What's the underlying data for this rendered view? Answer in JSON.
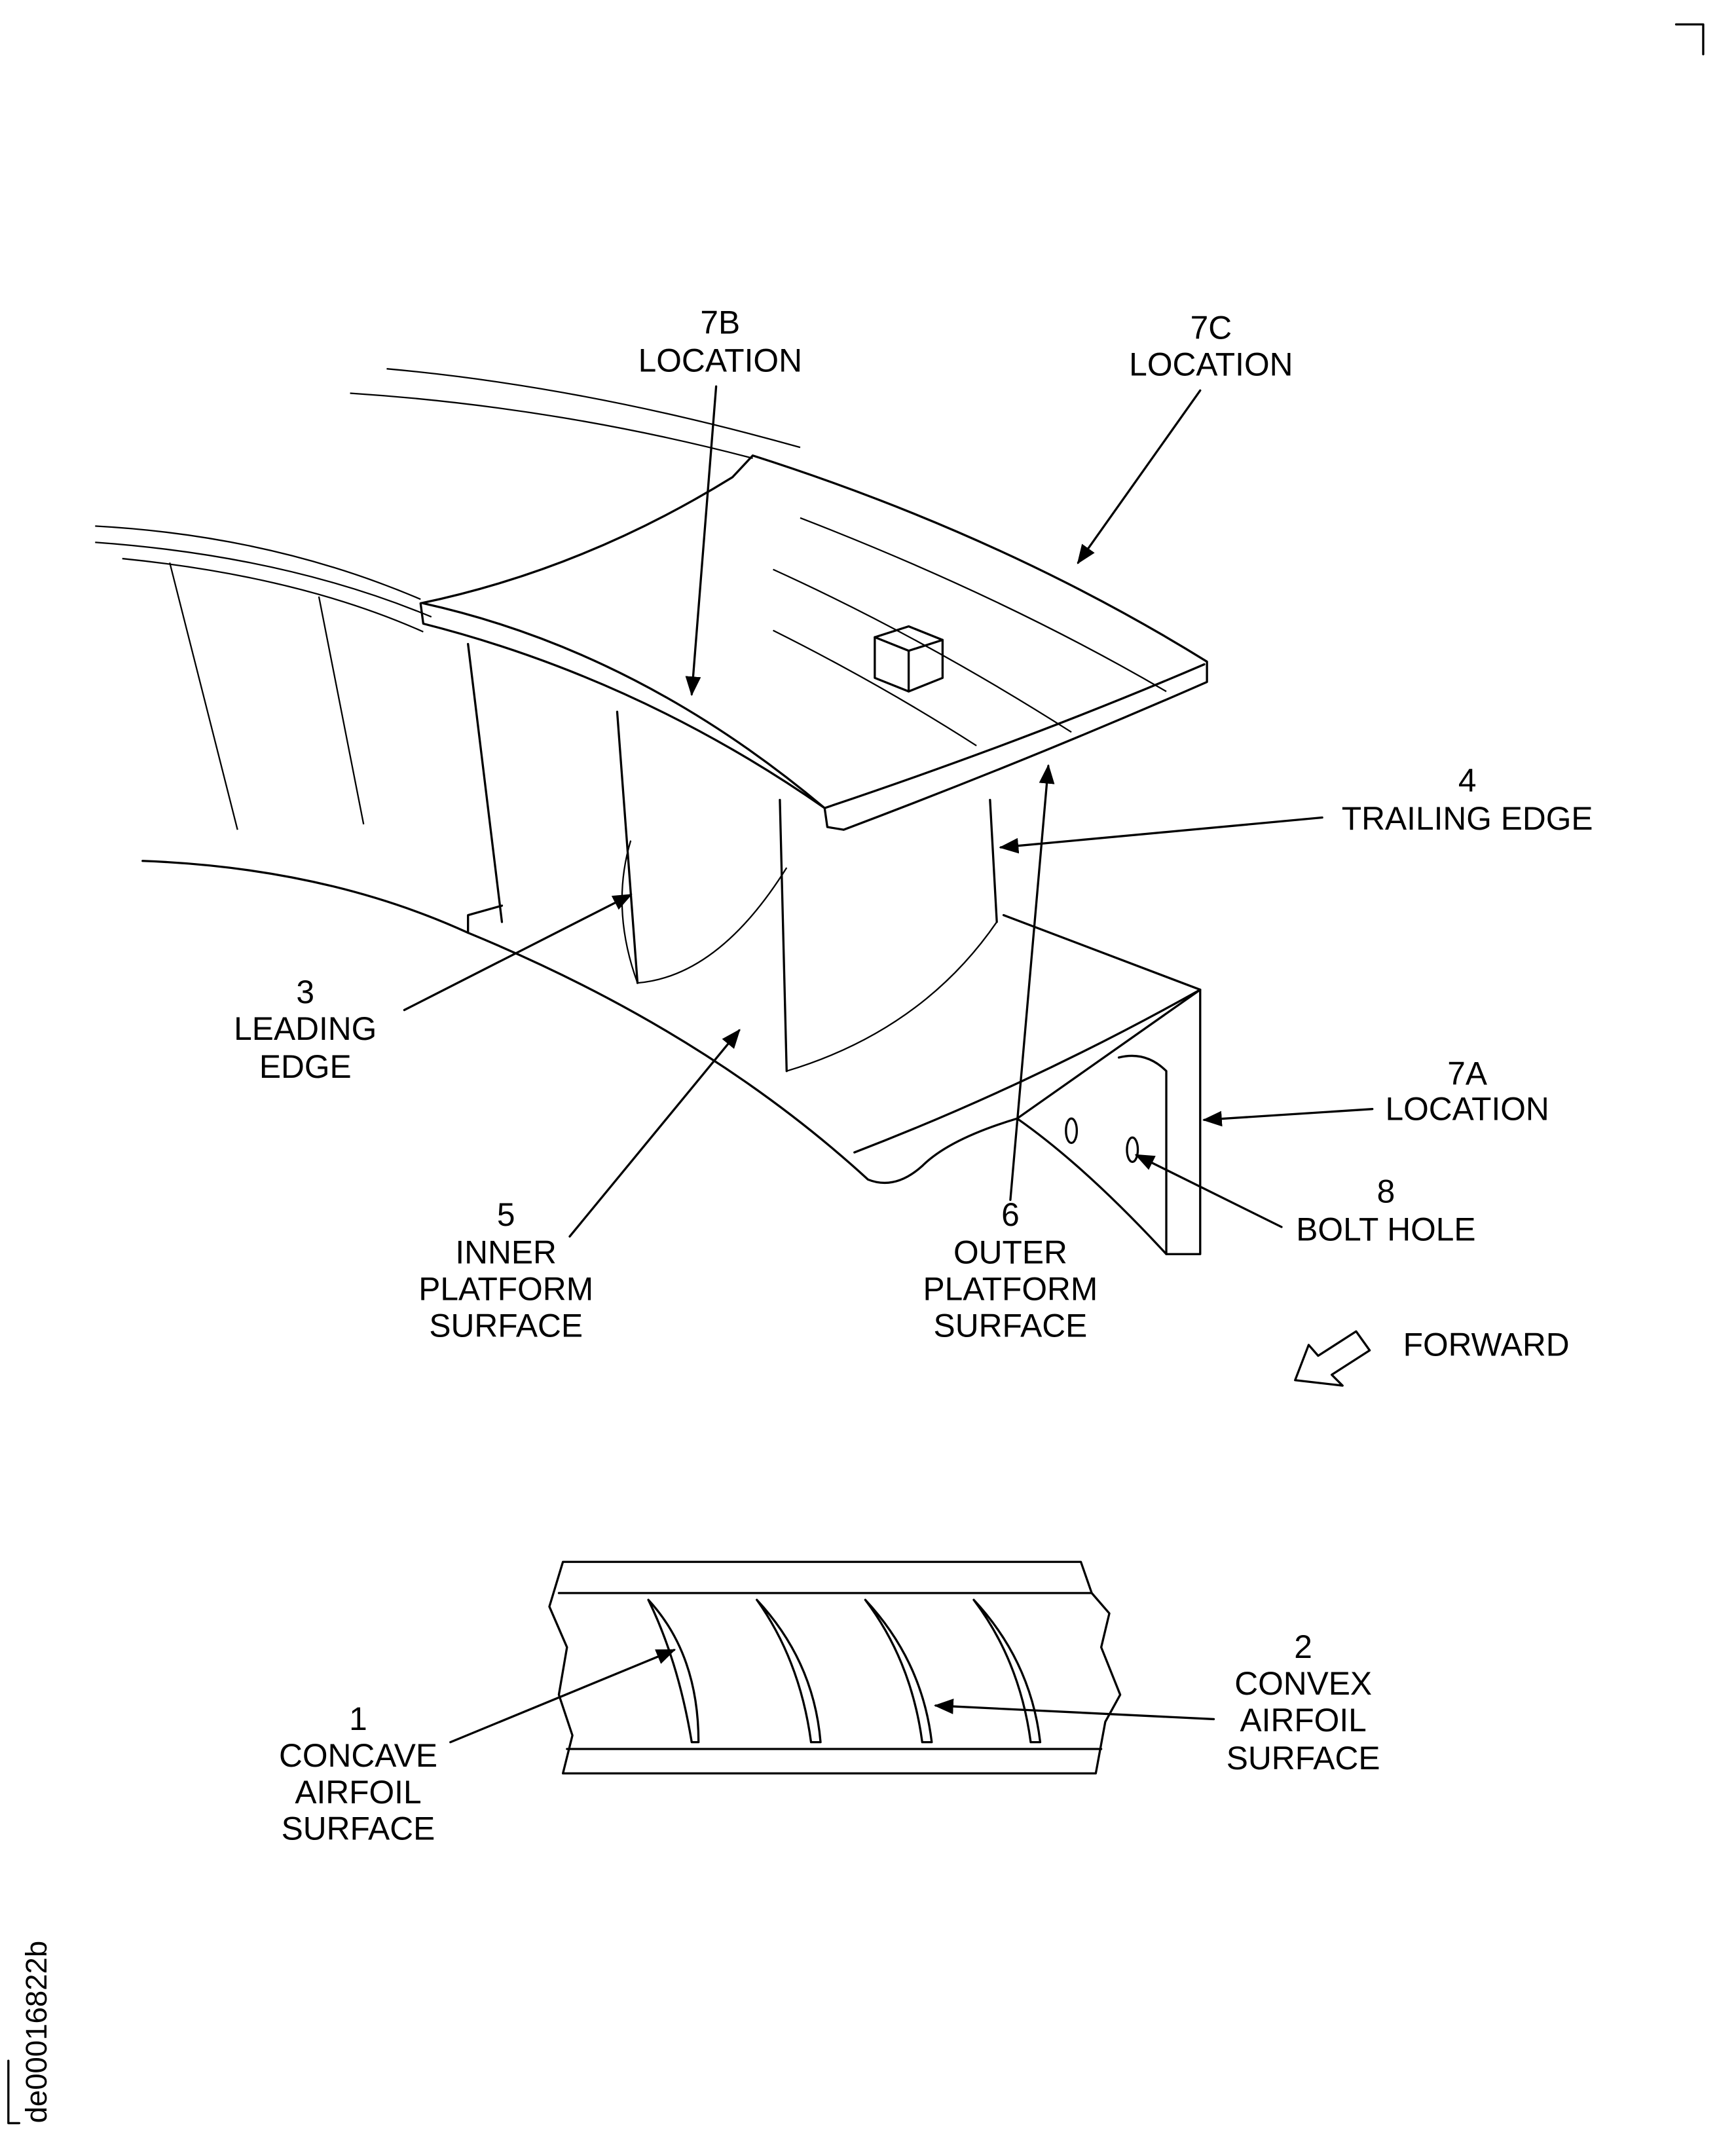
{
  "figure_id": "de00016822b",
  "labels": {
    "l7b": {
      "num": "7B",
      "lines": [
        "LOCATION"
      ]
    },
    "l7c": {
      "num": "7C",
      "lines": [
        "LOCATION"
      ]
    },
    "l4": {
      "num": "4",
      "lines": [
        "TRAILING EDGE"
      ]
    },
    "l3": {
      "num": "3",
      "lines": [
        "LEADING",
        "EDGE"
      ]
    },
    "l7a": {
      "num": "7A",
      "lines": [
        "LOCATION"
      ]
    },
    "l8": {
      "num": "8",
      "lines": [
        "BOLT HOLE"
      ]
    },
    "l5": {
      "num": "5",
      "lines": [
        "INNER",
        "PLATFORM",
        "SURFACE"
      ]
    },
    "l6": {
      "num": "6",
      "lines": [
        "OUTER",
        "PLATFORM",
        "SURFACE"
      ]
    },
    "l2": {
      "num": "2",
      "lines": [
        "CONVEX",
        "AIRFOIL",
        "SURFACE"
      ]
    },
    "l1": {
      "num": "1",
      "lines": [
        "CONCAVE",
        "AIRFOIL",
        "SURFACE"
      ]
    }
  },
  "forward_label": "FORWARD"
}
